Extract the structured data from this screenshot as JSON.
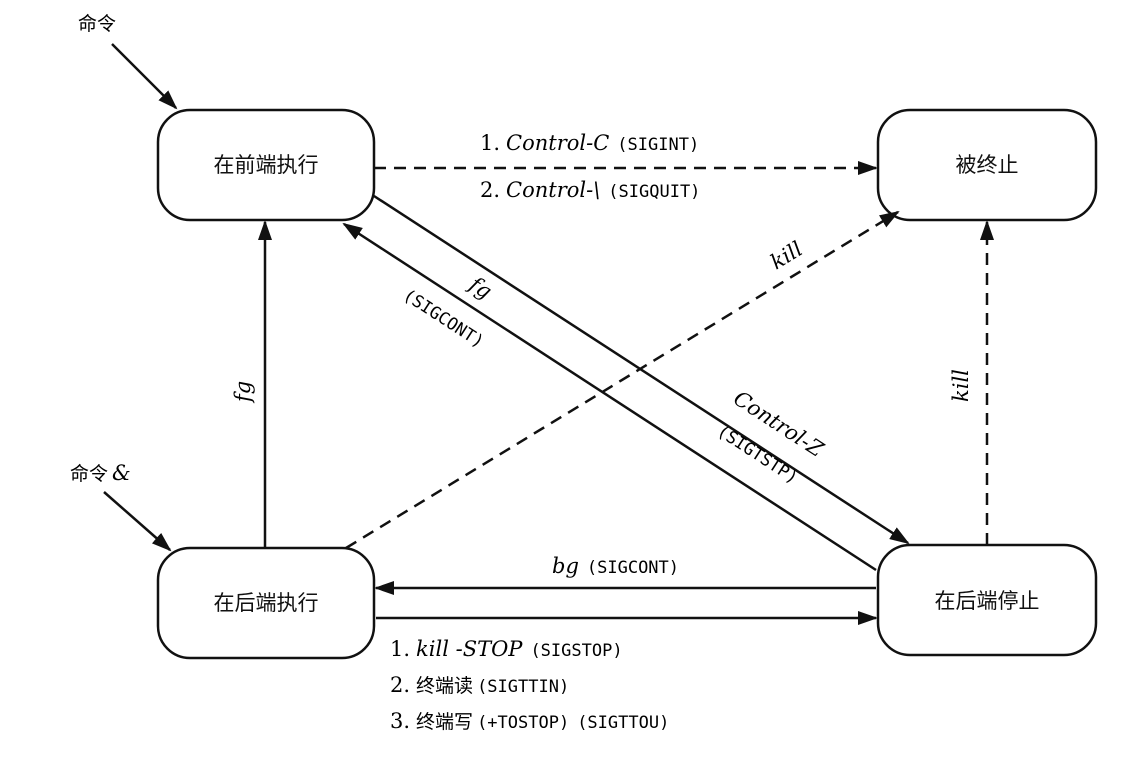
{
  "states": {
    "fg_exec": "在前端执行",
    "terminated": "被终止",
    "bg_exec": "在后端执行",
    "bg_stopped": "在后端停止"
  },
  "entry": {
    "fg_cmd": "命令",
    "bg_cmd": "命令",
    "bg_amp": "&"
  },
  "fg_to_term": {
    "line1_num": "1.",
    "line1_key": "Control-C",
    "line1_sig": "(SIGINT)",
    "line2_num": "2.",
    "line2_key": "Control-\\",
    "line2_sig": "(SIGQUIT)"
  },
  "fg_to_stopped": {
    "key": "Control-Z",
    "sig": "(SIGTSTP)"
  },
  "stopped_to_fg": {
    "cmd": "fg",
    "sig": "(SIGCONT)"
  },
  "bg_to_term": {
    "cmd": "kill"
  },
  "stopped_to_term": {
    "cmd": "kill"
  },
  "bg_to_fg": {
    "cmd": "fg"
  },
  "stopped_to_bg": {
    "cmd": "bg",
    "sig": "(SIGCONT)"
  },
  "bg_to_stopped": {
    "l1_num": "1.",
    "l1_cmd": "kill -STOP",
    "l1_sig": "(SIGSTOP)",
    "l2_num": "2.",
    "l2_txt": "终端读",
    "l2_sig": "(SIGTTIN)",
    "l3_num": "3.",
    "l3_txt": "终端写",
    "l3_opt": "(+TOSTOP)",
    "l3_sig": "(SIGTTOU)"
  }
}
